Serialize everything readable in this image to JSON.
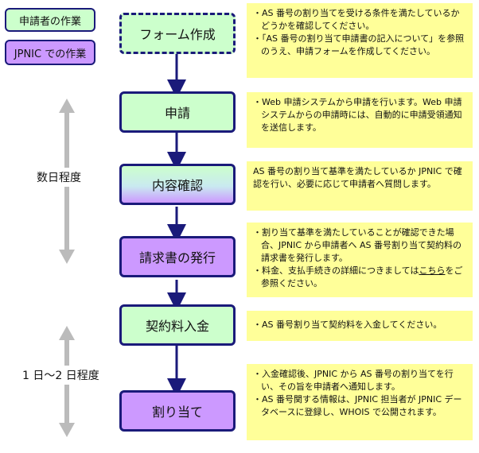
{
  "legend": {
    "applicant": "申請者の作業",
    "jpnic": "JPNIC での作業"
  },
  "steps": {
    "form": "フォーム作成",
    "apply": "申請",
    "review": "内容確認",
    "invoice": "請求書の発行",
    "payment": "契約料入金",
    "assign": "割り当て"
  },
  "durations": {
    "first": "数日程度",
    "second": "1 日～2 日程度"
  },
  "notes": {
    "form": [
      "AS 番号の割り当てを受ける条件を満たしているかどうかを確認してください。",
      "「AS 番号の割り当て申請書の記入について」を参照のうえ、申請フォームを作成してください。"
    ],
    "apply": [
      "Web 申請システムから申請を行います。Web 申請システムからの申請時には、自動的に申請受領通知を送信します。"
    ],
    "review": "AS 番号の割り当て基準を満たしているか JPNIC で確認を行い、必要に応じて申請者へ質問します。",
    "invoice": {
      "item1": "割り当て基準を満たしていることが確認できた場合、JPNIC から申請者へ AS 番号割り当て契約料の請求書を発行します。",
      "item2_prefix": "料金、支払手続きの詳細につきましては",
      "item2_link": "こちら",
      "item2_suffix": "をご参照ください。"
    },
    "payment": [
      "AS 番号割り当て契約料を入金してください。"
    ],
    "assign": [
      "入金確認後、JPNIC から AS 番号の割り当てを行い、その旨を申請者へ通知します。",
      "AS 番号関する情報は、JPNIC 担当者が JPNIC データベースに登録し、WHOIS で公開されます。"
    ]
  },
  "colors": {
    "applicant": "#ccffcc",
    "jpnic": "#cc99ff",
    "note": "#ffff99",
    "border": "#1a1a7a",
    "duration_arrow": "#bbbbbb"
  }
}
